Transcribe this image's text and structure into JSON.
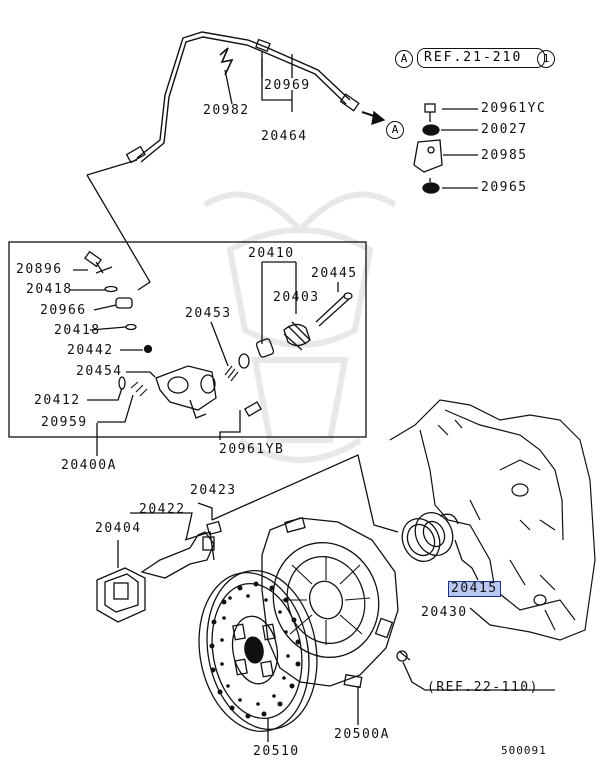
{
  "labels": {
    "p20969": "20969",
    "p20982": "20982",
    "p20464": "20464",
    "p20961yc": "20961YC",
    "p20027": "20027",
    "p20985": "20985",
    "p20965": "20965",
    "p20410": "20410",
    "p20445": "20445",
    "p20403": "20403",
    "p20453": "20453",
    "p20896": "20896",
    "p20418a": "20418",
    "p20966": "20966",
    "p20418b": "20418",
    "p20442": "20442",
    "p20454": "20454",
    "p20412": "20412",
    "p20959": "20959",
    "p20400a": "20400A",
    "p20961yb": "20961YB",
    "p20423": "20423",
    "p20422": "20422",
    "p20404": "20404",
    "p20415": "20415",
    "p20430": "20430",
    "p20510": "20510",
    "p20500a": "20500A",
    "code": "500091"
  },
  "ref_a": {
    "letter": "A",
    "text": "REF.21-210",
    "num": "1"
  },
  "ref_22": "(REF.22-110)",
  "arrow_mark": "A",
  "highlight": "20415"
}
